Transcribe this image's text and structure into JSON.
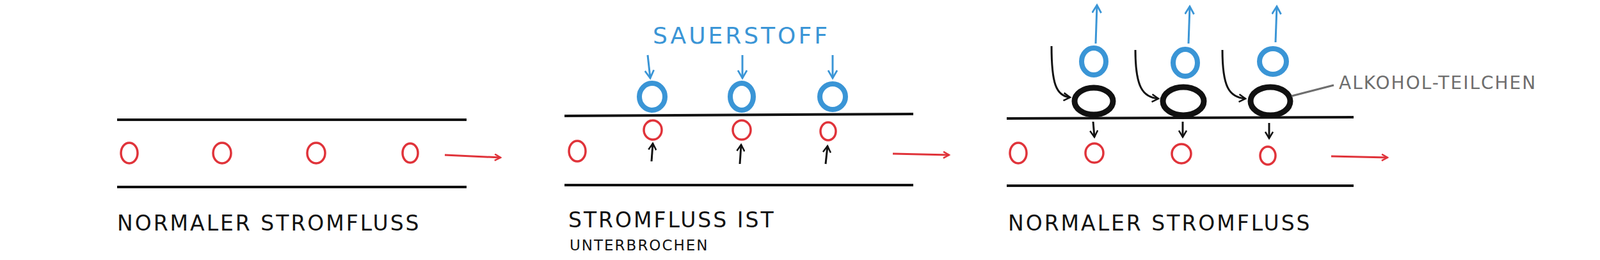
{
  "diagram": {
    "labels": [
      "SAUERSTOFF",
      "ALKOHOL-TEILCHEN",
      "NORMALER STROMFLUSS",
      "STROMFLUSS IST",
      "UNTERBROCHEN",
      "NORMALER STROMFLUSS"
    ]
  }
}
